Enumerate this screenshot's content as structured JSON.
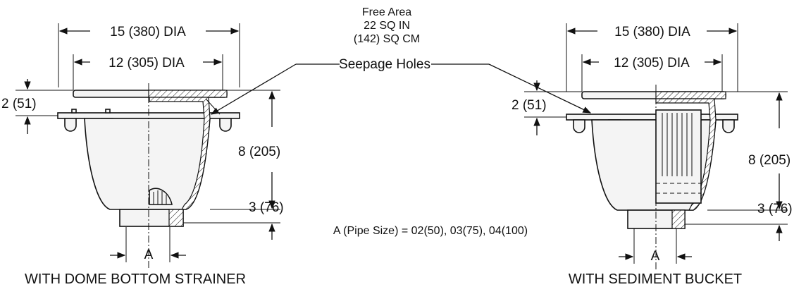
{
  "diagram": {
    "left_drain": {
      "dim_outer": "15 (380) DIA",
      "dim_inner": "12 (305) DIA",
      "dim_flange": "2 (51)",
      "dim_body": "8 (205)",
      "dim_outlet": "3 (76)",
      "dim_pipe": "A",
      "caption": "WITH DOME BOTTOM STRAINER"
    },
    "right_drain": {
      "dim_outer": "15 (380) DIA",
      "dim_inner": "12 (305) DIA",
      "dim_flange": "2 (51)",
      "dim_body": "8 (205)",
      "dim_outlet": "3 (76)",
      "dim_pipe": "A",
      "caption": "WITH SEDIMENT BUCKET"
    },
    "free_area": {
      "line1": "Free Area",
      "line2": "22 SQ IN",
      "line3": "(142) SQ CM"
    },
    "seepage_label": "Seepage Holes",
    "pipe_note": "A (Pipe Size) = 02(50), 03(75), 04(100)"
  }
}
